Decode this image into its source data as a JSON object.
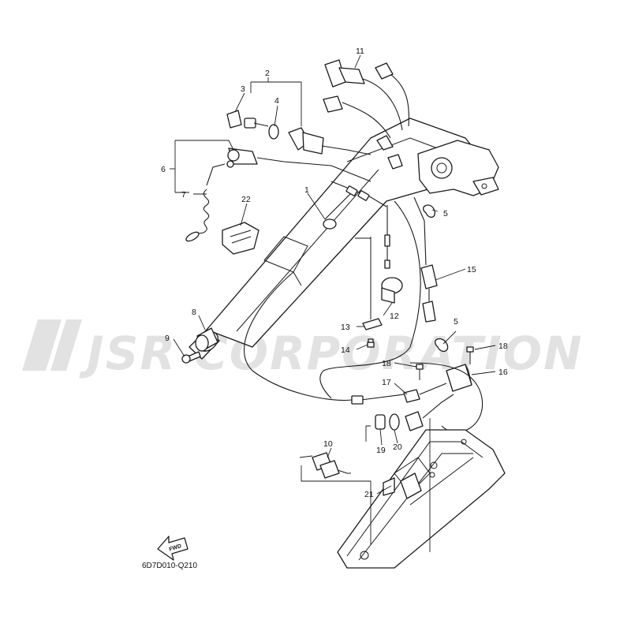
{
  "watermark": "JSR CORPORATION",
  "diagram_code": "6D7D010-Q210",
  "fwd_label": "FWD",
  "callouts": [
    {
      "id": "c1",
      "label": "1"
    },
    {
      "id": "c2",
      "label": "2"
    },
    {
      "id": "c3",
      "label": "3"
    },
    {
      "id": "c4",
      "label": "4"
    },
    {
      "id": "c5a",
      "label": "5"
    },
    {
      "id": "c5b",
      "label": "5"
    },
    {
      "id": "c6",
      "label": "6"
    },
    {
      "id": "c7",
      "label": "7"
    },
    {
      "id": "c8",
      "label": "8"
    },
    {
      "id": "c9",
      "label": "9"
    },
    {
      "id": "c10",
      "label": "10"
    },
    {
      "id": "c11",
      "label": "11"
    },
    {
      "id": "c12",
      "label": "12"
    },
    {
      "id": "c13",
      "label": "13"
    },
    {
      "id": "c14",
      "label": "14"
    },
    {
      "id": "c15",
      "label": "15"
    },
    {
      "id": "c16",
      "label": "16"
    },
    {
      "id": "c17",
      "label": "17"
    },
    {
      "id": "c18a",
      "label": "18"
    },
    {
      "id": "c18b",
      "label": "18"
    },
    {
      "id": "c19",
      "label": "19"
    },
    {
      "id": "c20",
      "label": "20"
    },
    {
      "id": "c21",
      "label": "21"
    },
    {
      "id": "c22",
      "label": "22"
    }
  ]
}
